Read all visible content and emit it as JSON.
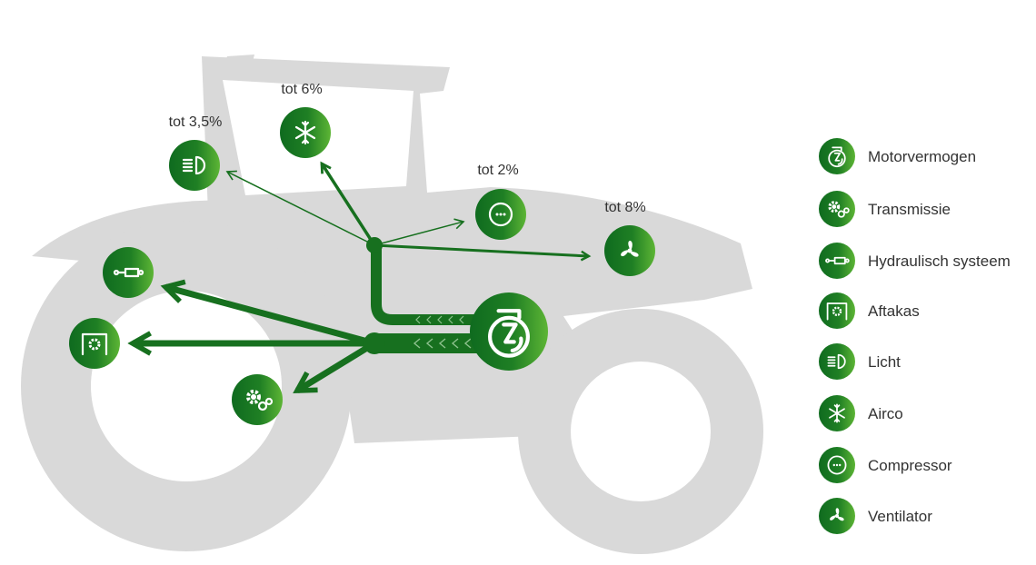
{
  "colors": {
    "green_dark": "#0f6b1f",
    "green_light": "#5db535",
    "tractor_gray": "#d9d9d9",
    "text": "#333333"
  },
  "consumers": [
    {
      "id": "licht",
      "icon": "headlight-icon",
      "label": "tot 3,5%"
    },
    {
      "id": "airco",
      "icon": "snowflake-icon",
      "label": "tot 6%"
    },
    {
      "id": "compressor",
      "icon": "compressor-icon",
      "label": "tot 2%"
    },
    {
      "id": "ventilator",
      "icon": "fan-icon",
      "label": "tot 8%"
    }
  ],
  "legend": [
    {
      "icon": "engine-icon",
      "label": "Motorvermogen"
    },
    {
      "icon": "gears-icon",
      "label": "Transmissie"
    },
    {
      "icon": "hydraulic-cylinder-icon",
      "label": "Hydraulisch systeem"
    },
    {
      "icon": "pto-icon",
      "label": "Aftakas"
    },
    {
      "icon": "headlight-icon",
      "label": "Licht"
    },
    {
      "icon": "snowflake-icon",
      "label": "Airco"
    },
    {
      "icon": "compressor-icon",
      "label": "Compressor"
    },
    {
      "icon": "fan-icon",
      "label": "Ventilator"
    }
  ]
}
